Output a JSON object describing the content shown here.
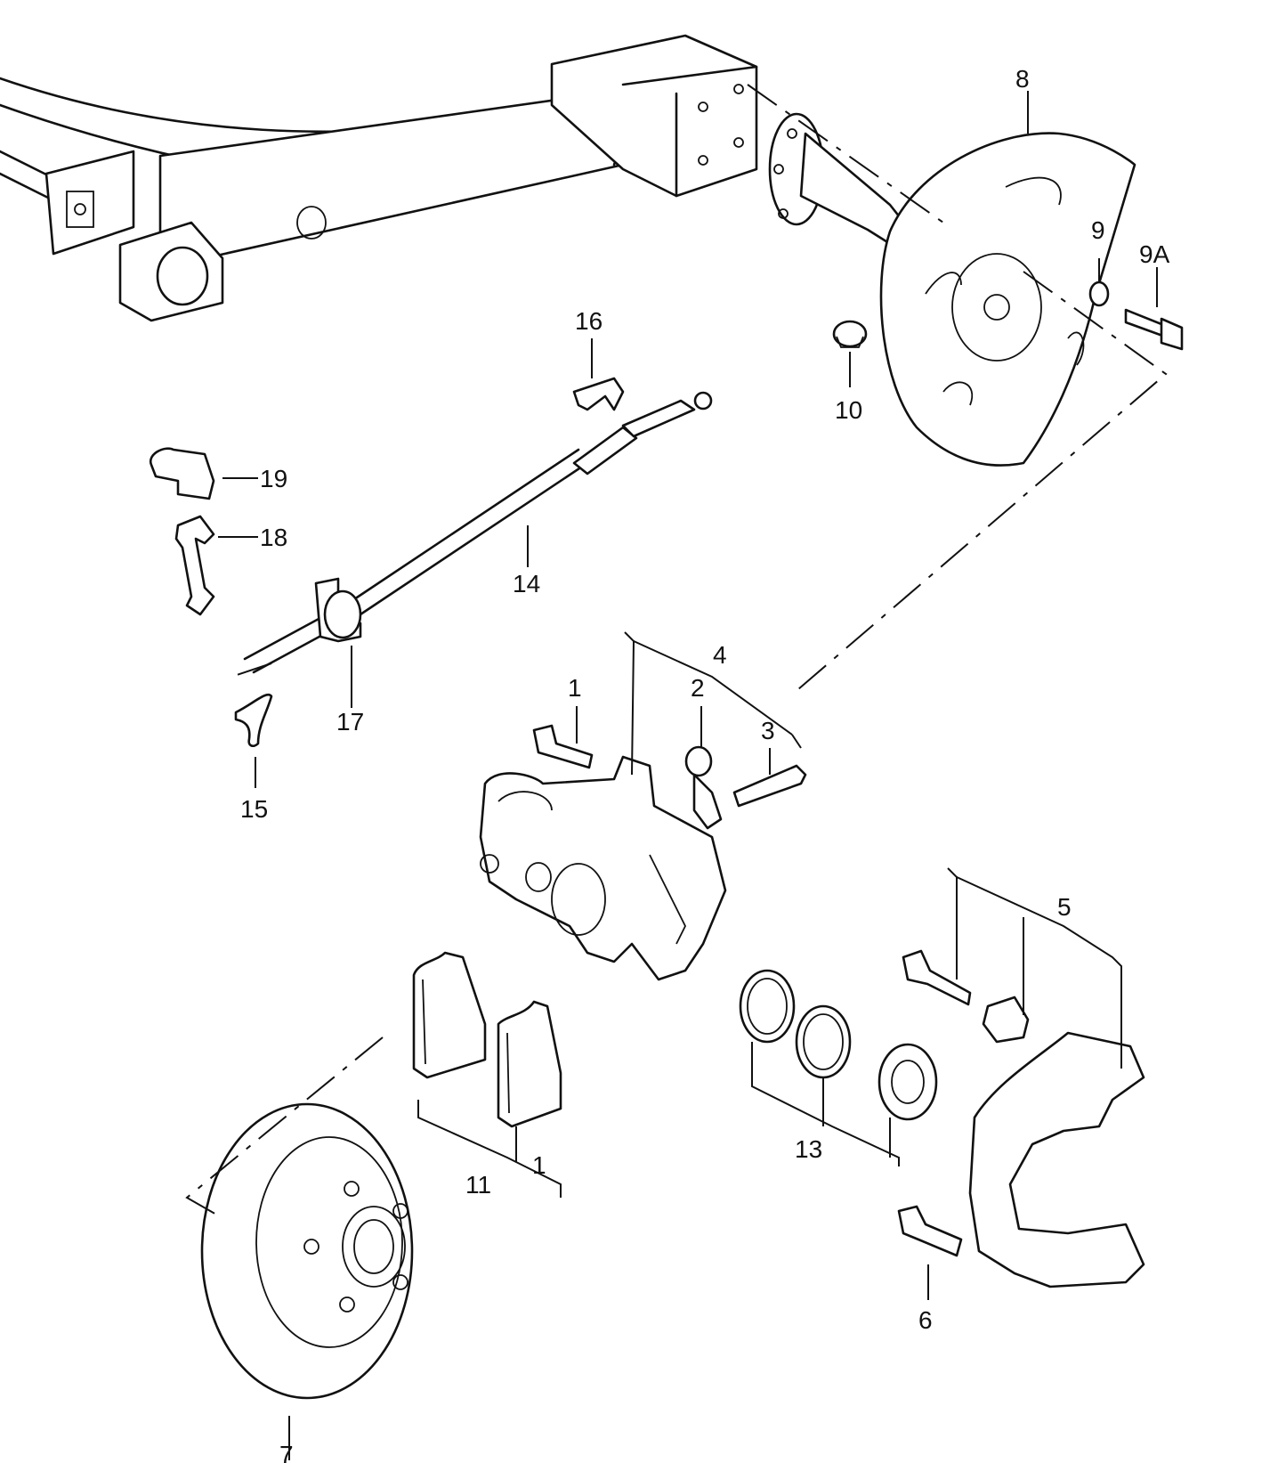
{
  "colors": {
    "ink": "#111111",
    "paper": "#ffffff"
  },
  "callouts": [
    {
      "id": "c8",
      "text": "8"
    },
    {
      "id": "c9",
      "text": "9"
    },
    {
      "id": "c9a",
      "text": "9A"
    },
    {
      "id": "c10",
      "text": "10"
    },
    {
      "id": "c16",
      "text": "16"
    },
    {
      "id": "c19",
      "text": "19"
    },
    {
      "id": "c18",
      "text": "18"
    },
    {
      "id": "c14",
      "text": "14"
    },
    {
      "id": "c17",
      "text": "17"
    },
    {
      "id": "c15",
      "text": "15"
    },
    {
      "id": "c4",
      "text": "4"
    },
    {
      "id": "c2",
      "text": "2"
    },
    {
      "id": "c1a",
      "text": "1"
    },
    {
      "id": "c3",
      "text": "3"
    },
    {
      "id": "c5",
      "text": "5"
    },
    {
      "id": "c11",
      "text": "11"
    },
    {
      "id": "c1b",
      "text": "1"
    },
    {
      "id": "c13",
      "text": "13"
    },
    {
      "id": "c6",
      "text": "6"
    },
    {
      "id": "c7",
      "text": "7"
    }
  ]
}
